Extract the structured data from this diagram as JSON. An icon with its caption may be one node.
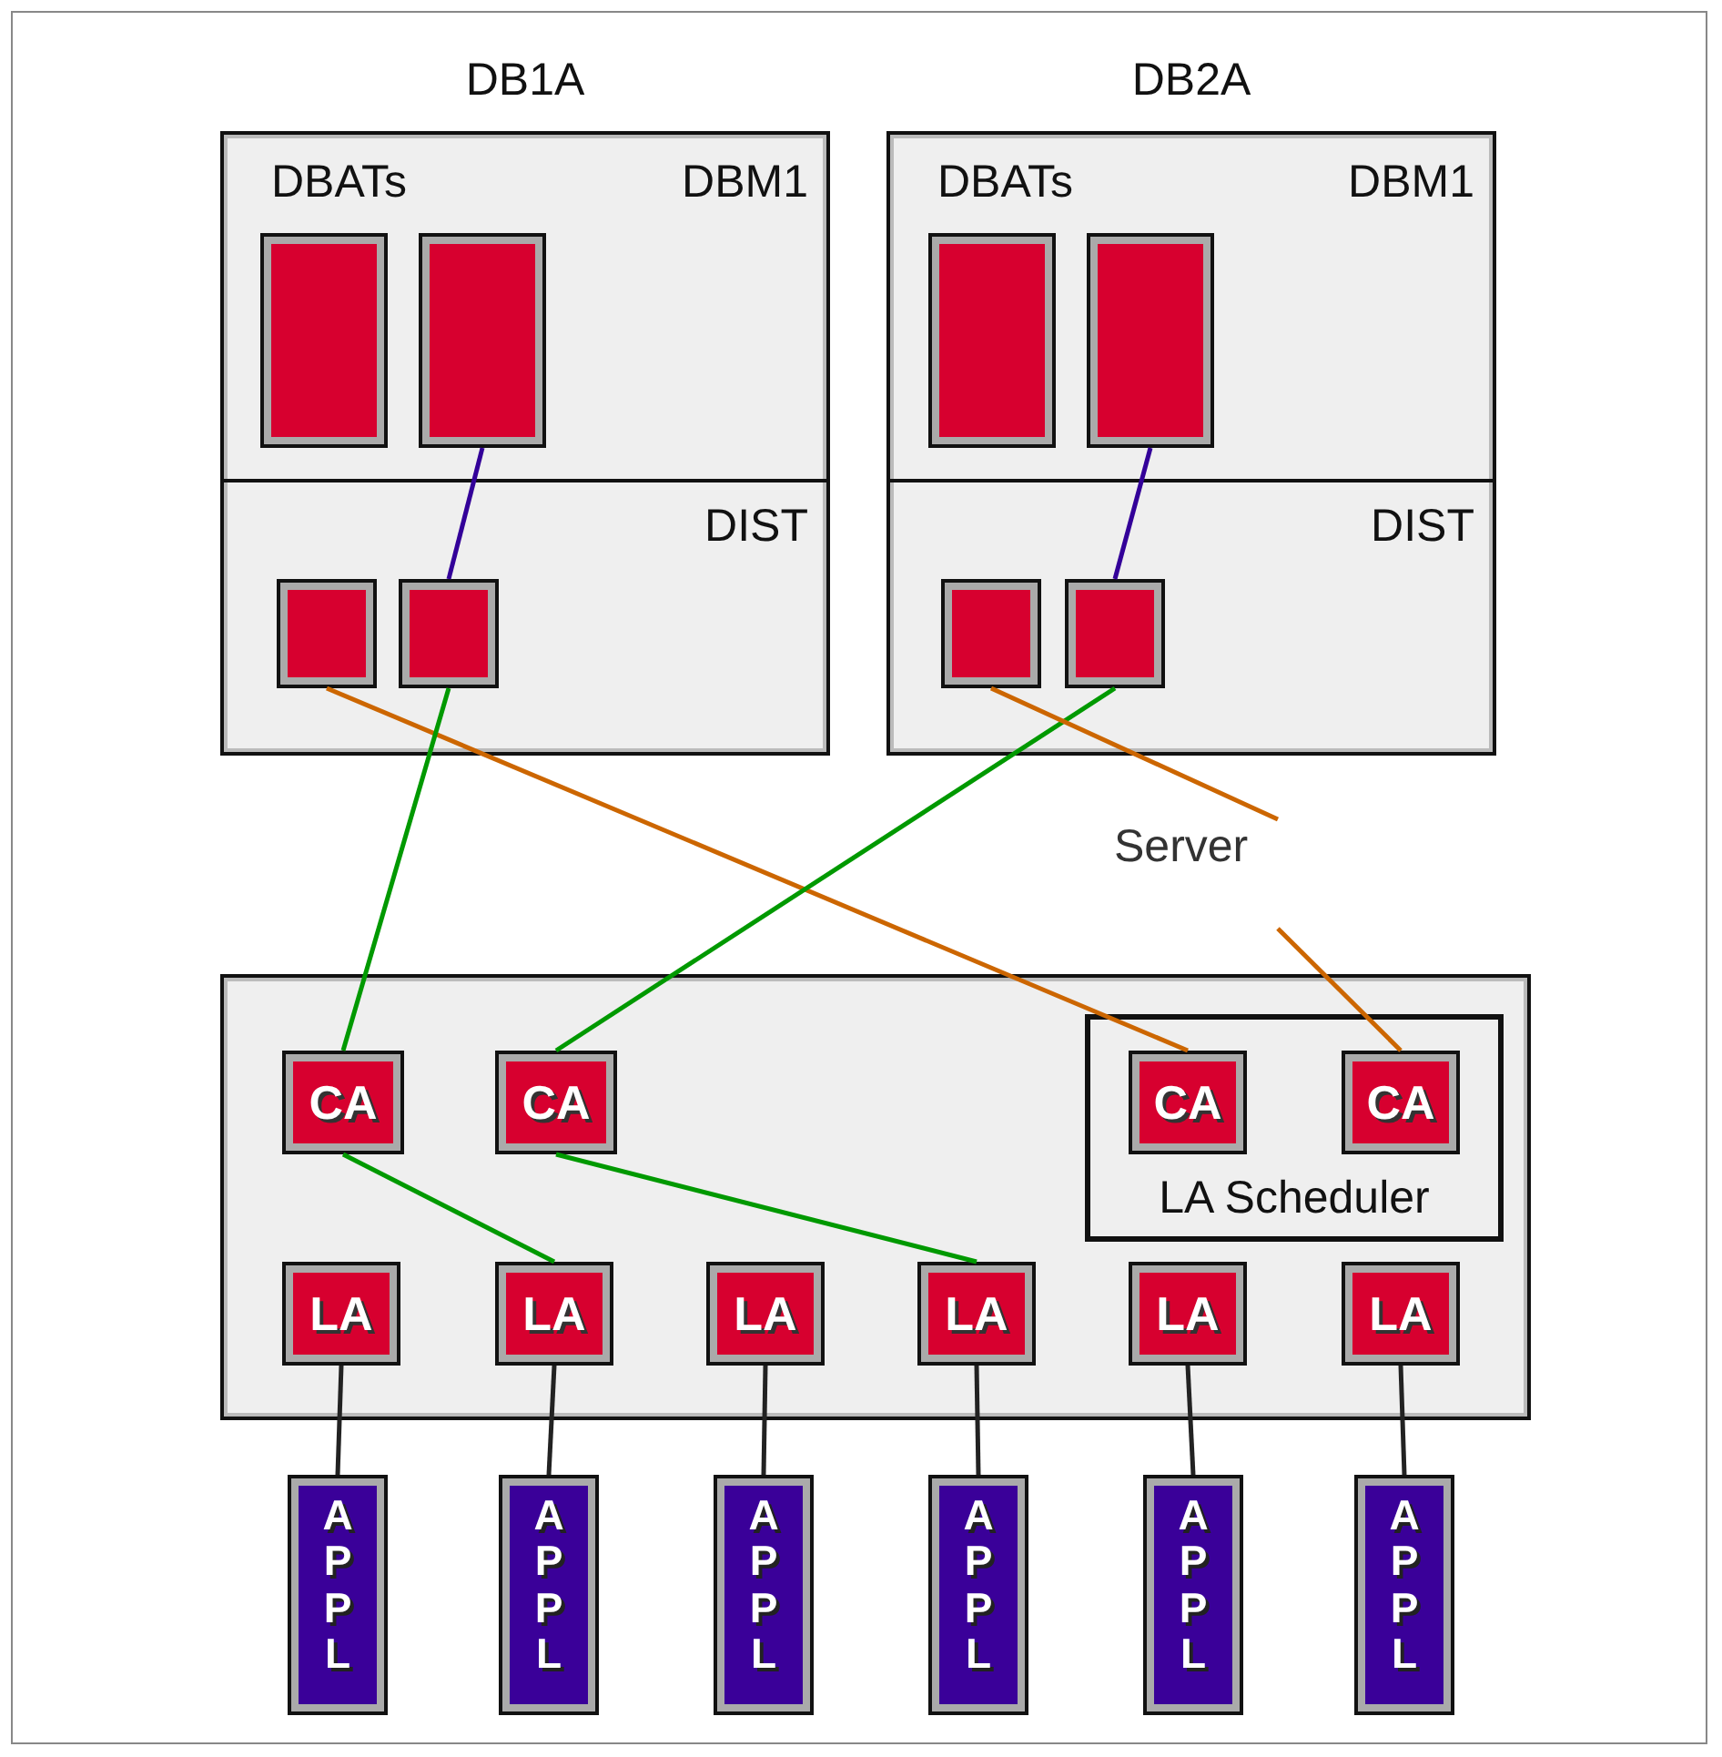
{
  "diagram": {
    "nodes": [
      {
        "text": [
          "DB1A"
        ]
      },
      {
        "text": [
          "DBATs",
          "DBM1"
        ],
        "in": 0
      },
      {
        "text": [],
        "shape": "box",
        "in": 1
      },
      {
        "text": [],
        "shape": "box",
        "in": 1
      },
      {
        "text": [
          "DIST"
        ],
        "in": 0
      },
      {
        "text": [],
        "shape": "box",
        "in": 4
      },
      {
        "text": [],
        "shape": "box",
        "in": 4
      },
      {
        "text": [
          "DB2A"
        ]
      },
      {
        "text": [
          "DBATs",
          "DBM1"
        ],
        "in": 7
      },
      {
        "text": [],
        "shape": "box",
        "in": 8
      },
      {
        "text": [],
        "shape": "box",
        "in": 8
      },
      {
        "text": [
          "DIST"
        ],
        "in": 7
      },
      {
        "text": [],
        "shape": "box",
        "in": 11
      },
      {
        "text": [],
        "shape": "box",
        "in": 11
      },
      {
        "text": [
          "Server"
        ]
      },
      {
        "text": [],
        "shape": "box"
      },
      {
        "text": [
          "CA"
        ],
        "in": 15
      },
      {
        "text": [
          "CA"
        ],
        "in": 15
      },
      {
        "text": [
          "LA Scheduler"
        ],
        "in": 15
      },
      {
        "text": [
          "CA"
        ],
        "in": 18
      },
      {
        "text": [
          "CA"
        ],
        "in": 18
      },
      {
        "text": [
          "LA"
        ],
        "in": 15
      },
      {
        "text": [
          "LA"
        ],
        "in": 15
      },
      {
        "text": [
          "LA"
        ],
        "in": 15
      },
      {
        "text": [
          "LA"
        ],
        "in": 15
      },
      {
        "text": [
          "LA"
        ],
        "in": 15
      },
      {
        "text": [
          "LA"
        ],
        "in": 15
      },
      {
        "text": [
          "APPL"
        ]
      },
      {
        "text": [
          "APPL"
        ]
      },
      {
        "text": [
          "APPL"
        ]
      },
      {
        "text": [
          "APPL"
        ]
      },
      {
        "text": [
          "APPL"
        ]
      },
      {
        "text": [
          "APPL"
        ]
      }
    ],
    "edges": [
      {
        "from": 3,
        "to": 6,
        "arrow": "none",
        "color": "#330099"
      },
      {
        "from": 10,
        "to": 13,
        "arrow": "none",
        "color": "#330099"
      },
      {
        "from": 5,
        "to": 19,
        "arrow": "none",
        "color": "#cc6600"
      },
      {
        "from": 6,
        "to": 16,
        "arrow": "none",
        "color": "#009900"
      },
      {
        "from": 13,
        "to": 17,
        "arrow": "none",
        "color": "#009900"
      },
      {
        "from": 12,
        "to": 14,
        "arrow": "none",
        "color": "#cc6600"
      },
      {
        "from": 14,
        "to": 20,
        "arrow": "none",
        "color": "#cc6600"
      },
      {
        "from": 16,
        "to": 22,
        "arrow": "none",
        "color": "#009900"
      },
      {
        "from": 17,
        "to": 24,
        "arrow": "none",
        "color": "#009900"
      },
      {
        "from": 21,
        "to": 27,
        "arrow": "none"
      },
      {
        "from": 22,
        "to": 28,
        "arrow": "none"
      },
      {
        "from": 23,
        "to": 29,
        "arrow": "none"
      },
      {
        "from": 24,
        "to": 30,
        "arrow": "none"
      },
      {
        "from": 25,
        "to": 31,
        "arrow": "none"
      },
      {
        "from": 26,
        "to": 32,
        "arrow": "none"
      }
    ]
  }
}
